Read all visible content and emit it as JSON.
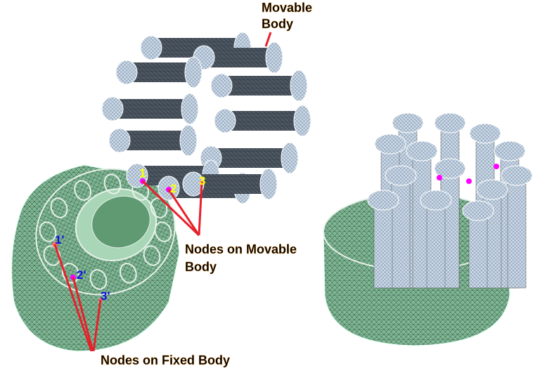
{
  "labels": {
    "movable_body_line1": "Movable",
    "movable_body_line2": "Body",
    "nodes_movable_line1": "Nodes on Movable",
    "nodes_movable_line2": "Body",
    "nodes_fixed": "Nodes on Fixed Body"
  },
  "node_ids": {
    "movable": [
      "1",
      "2",
      "3"
    ],
    "fixed": [
      "1'",
      "2'",
      "3'"
    ]
  },
  "colors": {
    "fixed_body_mesh": "#7fb895",
    "bolt_shaft": "#4c5661",
    "bolt_head": "#c9d8e8",
    "leader_line": "#e8202a",
    "node_marker": "#ff00ff",
    "movable_node_label": "#ffff00",
    "fixed_node_label": "#1010e0"
  }
}
